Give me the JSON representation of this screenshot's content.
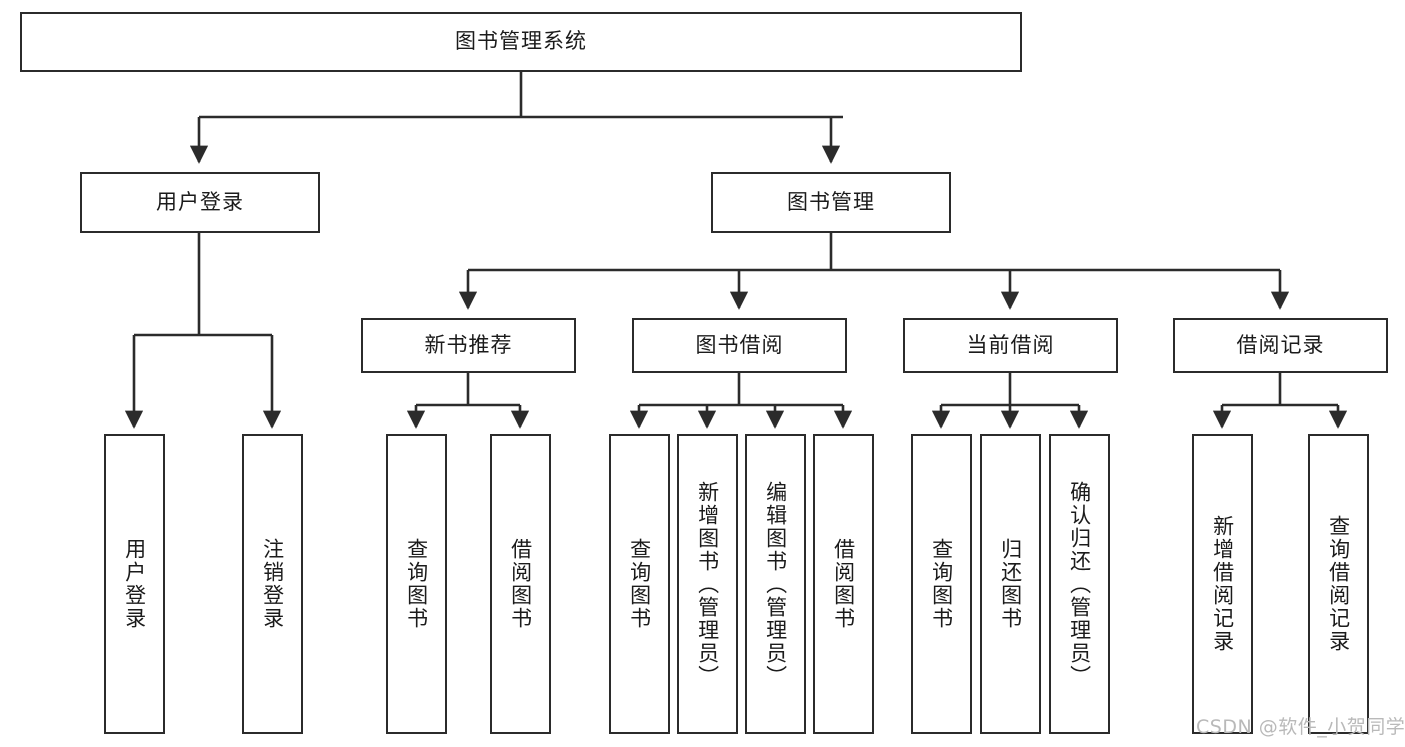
{
  "diagram": {
    "title": "图书管理系统",
    "type": "hierarchy-tree",
    "root": {
      "id": "root",
      "label": "图书管理系统"
    },
    "level1": [
      {
        "id": "user-login",
        "label": "用户登录"
      },
      {
        "id": "book-manage",
        "label": "图书管理"
      }
    ],
    "level2": [
      {
        "id": "new-book-recommend",
        "label": "新书推荐",
        "parent": "book-manage"
      },
      {
        "id": "book-borrow",
        "label": "图书借阅",
        "parent": "book-manage"
      },
      {
        "id": "current-borrow",
        "label": "当前借阅",
        "parent": "book-manage"
      },
      {
        "id": "borrow-record",
        "label": "借阅记录",
        "parent": "book-manage"
      }
    ],
    "leaves": [
      {
        "id": "leaf-user-login",
        "label": "用户登录",
        "parent": "user-login"
      },
      {
        "id": "leaf-user-logout",
        "label": "注销登录",
        "parent": "user-login"
      },
      {
        "id": "leaf-query-book-1",
        "label": "查询图书",
        "parent": "new-book-recommend"
      },
      {
        "id": "leaf-borrow-book-1",
        "label": "借阅图书",
        "parent": "new-book-recommend"
      },
      {
        "id": "leaf-query-book-2",
        "label": "查询图书",
        "parent": "book-borrow"
      },
      {
        "id": "leaf-add-book",
        "label": "新增图书（管理员）",
        "parent": "book-borrow"
      },
      {
        "id": "leaf-edit-book",
        "label": "编辑图书（管理员）",
        "parent": "book-borrow"
      },
      {
        "id": "leaf-borrow-book-2",
        "label": "借阅图书",
        "parent": "book-borrow"
      },
      {
        "id": "leaf-query-book-3",
        "label": "查询图书",
        "parent": "current-borrow"
      },
      {
        "id": "leaf-return-book",
        "label": "归还图书",
        "parent": "current-borrow"
      },
      {
        "id": "leaf-confirm-return",
        "label": "确认归还（管理员）",
        "parent": "current-borrow"
      },
      {
        "id": "leaf-add-record",
        "label": "新增借阅记录",
        "parent": "borrow-record"
      },
      {
        "id": "leaf-query-record",
        "label": "查询借阅记录",
        "parent": "borrow-record"
      }
    ]
  },
  "watermark": {
    "text": "CSDN @软件_小贺同学"
  },
  "colors": {
    "border": "#2b2b2b",
    "background": "#ffffff",
    "text": "#1b1b1b",
    "watermark": "#b9b9b9"
  }
}
